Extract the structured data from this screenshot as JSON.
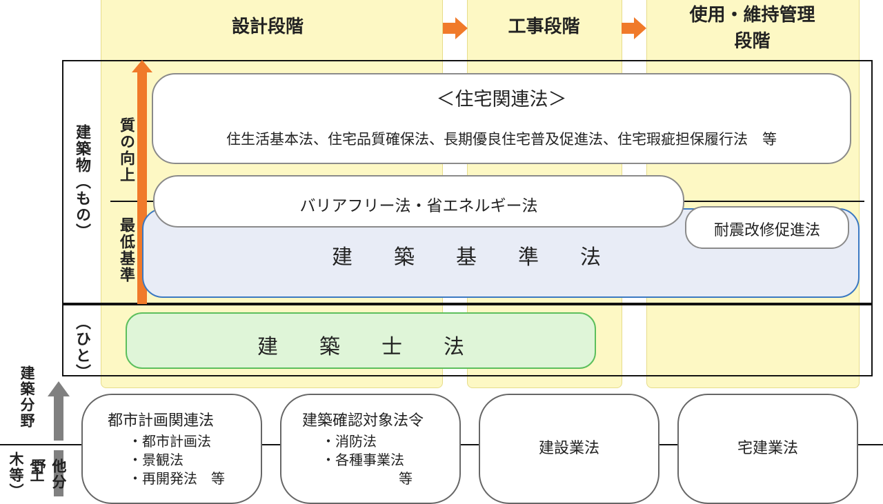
{
  "phases": [
    {
      "label": "設計段階"
    },
    {
      "label": "工事段階"
    },
    {
      "label_line1": "使用・維持管理",
      "label_line2": "段階"
    }
  ],
  "left_labels": {
    "building": "建築物（もの）",
    "person": "（ひと）",
    "quality_up": "質の向上",
    "minimum": "最低基準",
    "field_arch": "建築分野",
    "field_other": "他分野",
    "field_civil": "（土木等）"
  },
  "laws": {
    "housing_title": "＜住宅関連法＞",
    "housing_list": "住生活基本法、住宅品質確保法、長期優良住宅普及促進法、住宅瑕疵担保履行法　等",
    "barrier_free": "バリアフリー法・省エネルギー法",
    "seismic": "耐震改修促進法",
    "building_standard": "建　　築　　基　　準　　法",
    "architect": "建　　築　　士　　法"
  },
  "bottom": {
    "urban": {
      "title": "都市計画関連法",
      "items": [
        "・都市計画法",
        "・景観法",
        "・再開発法　等"
      ]
    },
    "confirm": {
      "title": "建築確認対象法令",
      "items": [
        "・消防法",
        "・各種事業法"
      ],
      "etc": "等"
    },
    "construction_business": "建設業法",
    "real_estate": "宅建業法"
  },
  "colors": {
    "phase_bg": "#fdf8c4",
    "arrow_orange": "#f07a2a",
    "standard_fill": "#e8ecf6",
    "standard_border": "#3a78c2",
    "architect_fill": "#dff5d8",
    "architect_border": "#5cbf5c",
    "field_arrow": "#808080"
  },
  "icons": [
    "phase-arrow-icon",
    "quality-arrow-icon",
    "field-arrow-icon"
  ]
}
